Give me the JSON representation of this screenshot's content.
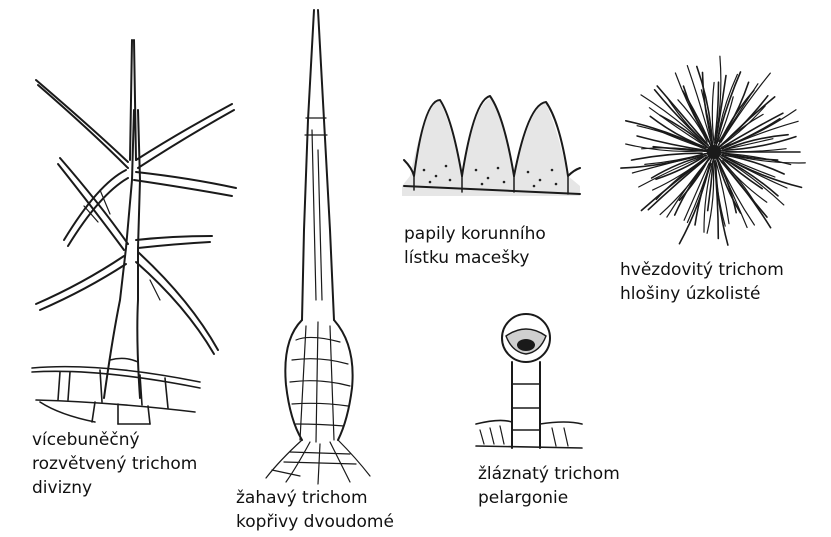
{
  "labels": {
    "mullein": [
      "vícebuněčný",
      "rozvětvený trichom",
      "divizny"
    ],
    "nettle": [
      "žahavý trichom",
      "kopřivy dvoudomé"
    ],
    "pansy": [
      "papily korunního",
      "lístku macešky"
    ],
    "sea_buckthorn": [
      "hvězdovitý trichom",
      "hlošiny úzkolisté"
    ],
    "pelargonium": [
      "žláznatý trichom",
      "pelargonie"
    ]
  }
}
